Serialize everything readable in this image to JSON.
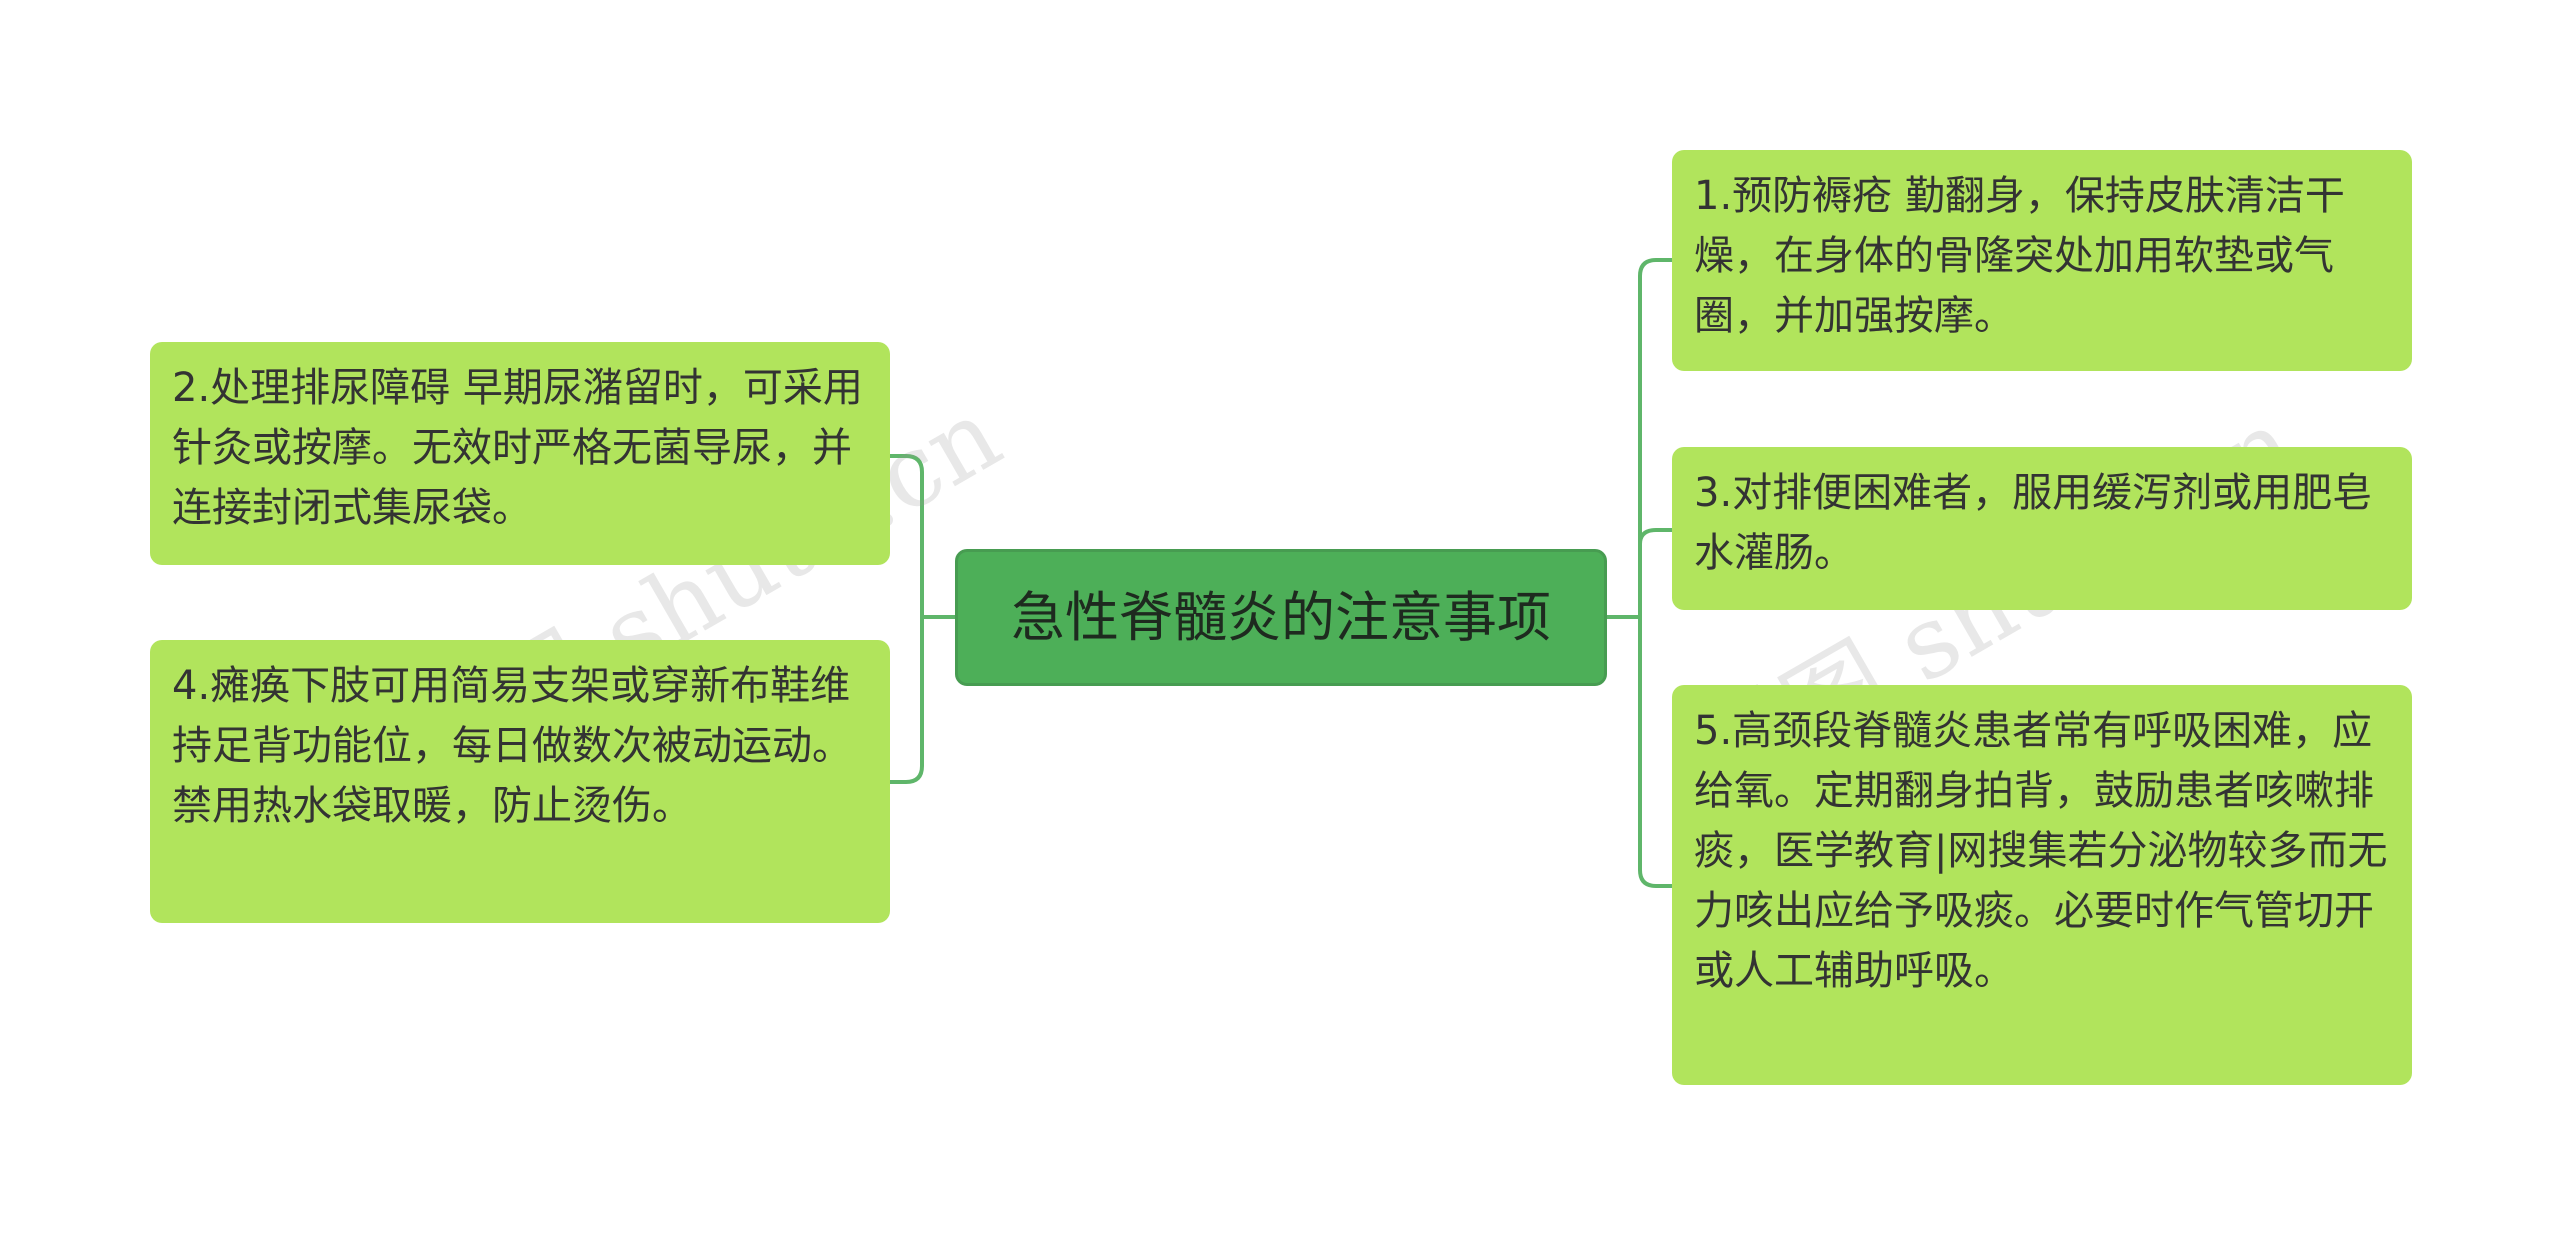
{
  "colors": {
    "connector": "#5fb66a",
    "center_fill": "#4daf58",
    "leaf_fill": "#b1e45c",
    "text": "#333333"
  },
  "watermark": [
    "树图 shutu.cn",
    "树图 shutu.cn"
  ],
  "center": {
    "label": "急性脊髓炎的注意事项"
  },
  "left_nodes": [
    {
      "text": "2.处理排尿障碍 早期尿潴留时，可采用针灸或按摩。无效时严格无菌导尿，并连接封闭式集尿袋。"
    },
    {
      "text": "4.瘫痪下肢可用简易支架或穿新布鞋维持足背功能位，每日做数次被动运动。禁用热水袋取暖，防止烫伤。"
    }
  ],
  "right_nodes": [
    {
      "text": "1.预防褥疮 勤翻身，保持皮肤清洁干燥，在身体的骨隆突处加用软垫或气圈，并加强按摩。"
    },
    {
      "text": "3.对排便困难者，服用缓泻剂或用肥皂水灌肠。"
    },
    {
      "text": "5.高颈段脊髓炎患者常有呼吸困难，应给氧。定期翻身拍背，鼓励患者咳嗽排痰，医学教育|网搜集若分泌物较多而无力咳出应给予吸痰。必要时作气管切开或人工辅助呼吸。"
    }
  ]
}
